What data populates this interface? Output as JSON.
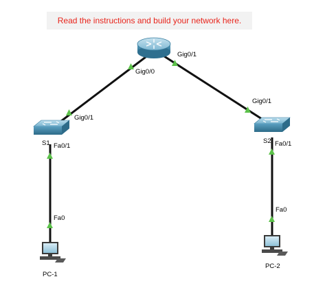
{
  "instruction_text": "Read the instructions and build your network here.",
  "colors": {
    "instruction_text": "#e8241b",
    "link_up_indicator": "#5cc14a",
    "cable": "#111111",
    "device_body": "#5aa8c8"
  },
  "devices": {
    "router": {
      "name": "",
      "icon": "router-icon"
    },
    "switch_left": {
      "name": "S1",
      "icon": "switch-icon"
    },
    "switch_right": {
      "name": "S2",
      "icon": "switch-icon"
    },
    "pc_left": {
      "name": "PC-1",
      "icon": "pc-icon"
    },
    "pc_right": {
      "name": "PC-2",
      "icon": "pc-icon"
    }
  },
  "ports": {
    "router_left": "Gig0/0",
    "router_right": "Gig0/1",
    "switch_left_uplink": "Gig0/1",
    "switch_right_uplink": "Gig0/1",
    "switch_left_access": "Fa0/1",
    "switch_right_access": "Fa0/1",
    "pc_left_nic": "Fa0",
    "pc_right_nic": "Fa0"
  }
}
